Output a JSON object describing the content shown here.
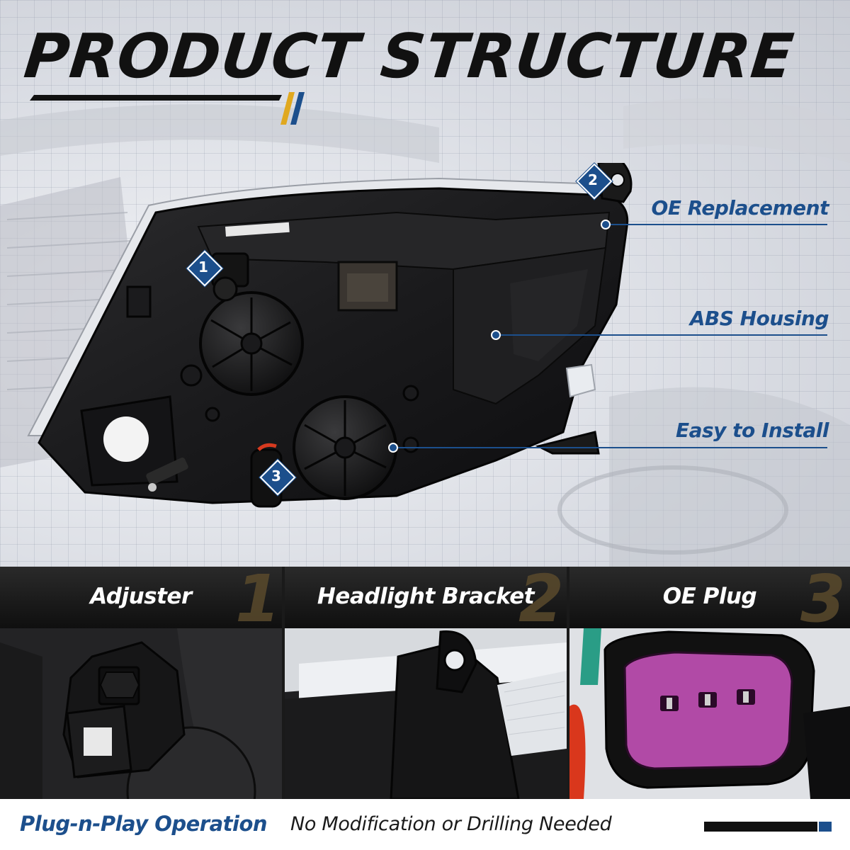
{
  "title": "PRODUCT STRUCTURE",
  "callouts": {
    "oe_replacement": "OE Replacement",
    "abs_housing": "ABS Housing",
    "easy_install": "Easy to Install"
  },
  "badges": [
    "1",
    "2",
    "3"
  ],
  "features": [
    {
      "label": "Adjuster",
      "number": "1"
    },
    {
      "label": "Headlight Bracket",
      "number": "2"
    },
    {
      "label": "OE Plug",
      "number": "3"
    }
  ],
  "footer": {
    "strong": "Plug-n-Play Operation",
    "light": "No Modification or Drilling Needed"
  },
  "colors": {
    "accent_blue": "#1c4f8c",
    "accent_gold": "#e0a81f",
    "dark": "#111111"
  }
}
